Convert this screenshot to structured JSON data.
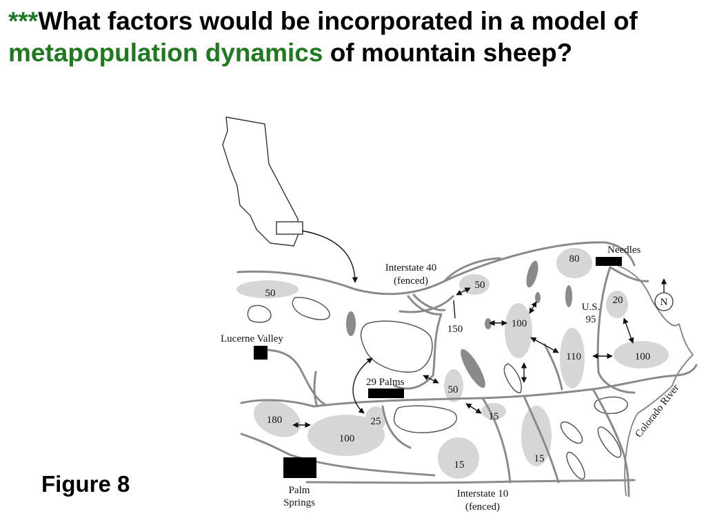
{
  "title": {
    "prefix": "***",
    "part1": "What factors would be incorporated in a model of ",
    "highlight": "metapopulation dynamics",
    "part2": " of mountain sheep?"
  },
  "figure_label": "Figure 8",
  "map": {
    "places": {
      "needles": "Needles",
      "lucerne_valley": "Lucerne Valley",
      "twenty_nine_palms": "29 Palms",
      "palm_springs_line1": "Palm",
      "palm_springs_line2": "Springs"
    },
    "roads": {
      "i40_line1": "Interstate 40",
      "i40_line2": "(fenced)",
      "us95_line1": "U.S.",
      "us95_line2": "95",
      "i10_line1": "Interstate 10",
      "i10_line2": "(fenced)",
      "colorado_river": "Colorado River"
    },
    "compass": "N",
    "populations": [
      "80",
      "50",
      "50",
      "20",
      "150",
      "100",
      "110",
      "100",
      "50",
      "25",
      "15",
      "180",
      "100",
      "15",
      "15"
    ],
    "colors": {
      "accent_green": "#1f7a1f",
      "patch": "#d6d6d6",
      "road": "#8a8a8a"
    }
  }
}
